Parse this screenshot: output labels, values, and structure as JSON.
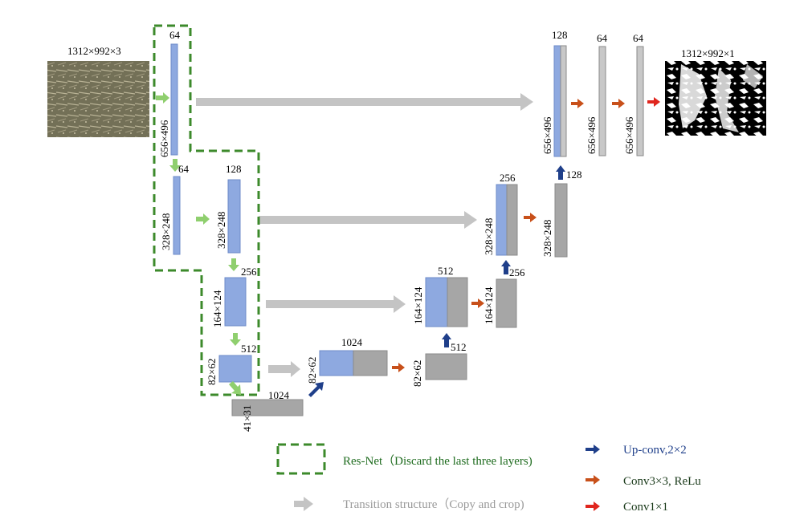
{
  "colors": {
    "blue_block": "#8ea9e0",
    "gray_block": "#a6a6a6",
    "green_dash": "#3c8a2b",
    "transition_arrow": "#c4c4c4",
    "light_green_arrow": "#8fcf6e",
    "upconv_arrow": "#1f3f8a",
    "conv3_arrow": "#c8501a",
    "conv1_arrow": "#e0261e"
  },
  "images": {
    "input_label": "1312×992×3",
    "output_label": "1312×992×1"
  },
  "encoder": {
    "l1_channels": "64",
    "l1_size": "656×496",
    "l2a_channels": "64",
    "l2a_size": "328×248",
    "l2b_channels": "128",
    "l2b_size": "328×248",
    "l3_channels": "256",
    "l3_size": "164×124",
    "l4_channels": "512",
    "l4_size": "82×62",
    "bottom_channels": "1024",
    "bottom_size": "41×31"
  },
  "decoder": {
    "d4_channels": "1024",
    "d4_size": "82×62",
    "d4_out_size": "82×62",
    "d4_up_channels": "512",
    "d3_channels": "512",
    "d3_size": "164×124",
    "d3_out_size": "164×124",
    "d3_up_channels": "256",
    "d2_channels": "256",
    "d2_size": "328×248",
    "d2_out_size": "328×248",
    "d2_up_channels": "128",
    "d1_channels": "128",
    "d1_size": "656×496",
    "d1_mid_channels": "64",
    "d1_mid_size": "656×496",
    "d1_out_channels": "64",
    "d1_out_size": "656×496"
  },
  "legend": {
    "resnet": "Res-Net（Discard the last three layers)",
    "transition": "Transition structure（Copy and crop)",
    "upconv": "Up-conv,2×2",
    "conv3": "Conv3×3, ReLu",
    "conv1": "Conv1×1"
  }
}
